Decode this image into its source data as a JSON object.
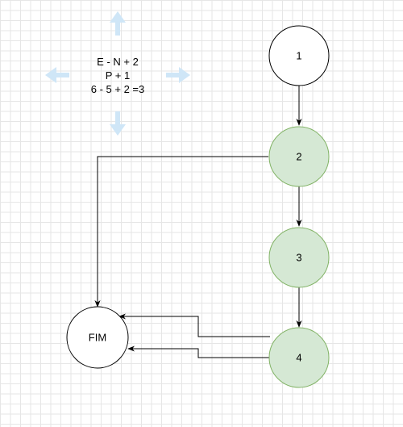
{
  "formula": {
    "line1": "E - N + 2",
    "line2": "P + 1",
    "line3": "6 - 5 + 2 =3"
  },
  "nodes": {
    "n1": {
      "label": "1",
      "fill": "#ffffff",
      "stroke": "#000000"
    },
    "n2": {
      "label": "2",
      "fill": "#d5e8d4",
      "stroke": "#82b366"
    },
    "n3": {
      "label": "3",
      "fill": "#d5e8d4",
      "stroke": "#82b366"
    },
    "n4": {
      "label": "4",
      "fill": "#d5e8d4",
      "stroke": "#82b366"
    },
    "fim": {
      "label": "FIM",
      "fill": "#ffffff",
      "stroke": "#000000"
    }
  },
  "edges": [
    {
      "from": "1",
      "to": "2"
    },
    {
      "from": "2",
      "to": "3"
    },
    {
      "from": "3",
      "to": "4"
    },
    {
      "from": "2",
      "to": "FIM"
    },
    {
      "from": "4",
      "to": "FIM"
    },
    {
      "from": "4",
      "to": "FIM"
    }
  ],
  "colors": {
    "move_arrows": "#cfe6f7",
    "edge": "#000000"
  }
}
